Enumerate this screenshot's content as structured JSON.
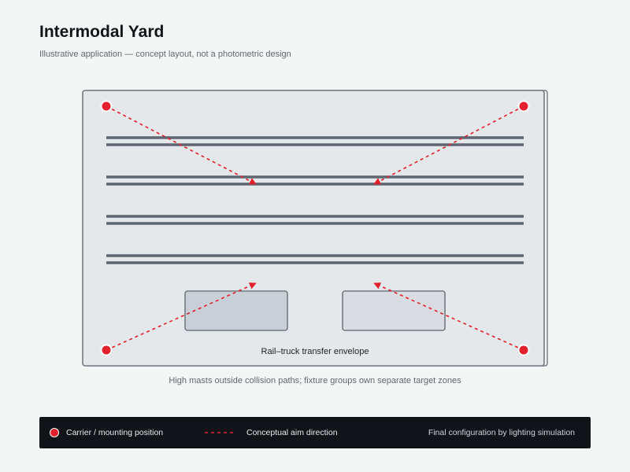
{
  "header": {
    "title": "Intermodal Yard",
    "subtitle": "Illustrative application — concept layout, not a photometric design"
  },
  "diagram": {
    "zone_label": "Rail–truck transfer envelope",
    "caption": "High masts outside collision paths; fixture groups own separate target zones",
    "track_count": 4,
    "transfer_zone_count": 2,
    "mast_count": 4,
    "colors": {
      "background": "#f4f6f6",
      "yard_fill": "#e5e8eb",
      "yard_border": "#727a82",
      "track": "#5c6570",
      "zone_left_fill": "#c9cfd6",
      "zone_right_fill": "#d9dde2",
      "mast": "#e3202d",
      "aim": "#e3202d"
    }
  },
  "legend": {
    "carrier_label": "Carrier / mounting position",
    "aim_label": "Conceptual aim direction",
    "note": "Final configuration by lighting simulation",
    "background": "#101418"
  }
}
